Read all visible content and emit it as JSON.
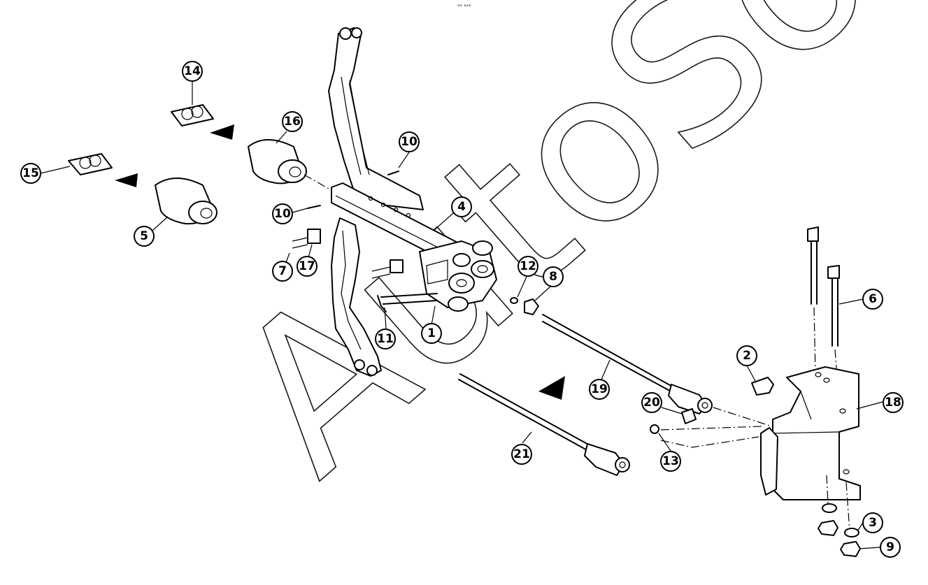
{
  "diagram": {
    "header_code": "°° °°°",
    "watermark": "AutoSoft",
    "callouts": [
      {
        "id": "c14",
        "label": "14"
      },
      {
        "id": "c16",
        "label": "16"
      },
      {
        "id": "c15",
        "label": "15"
      },
      {
        "id": "c5",
        "label": "5"
      },
      {
        "id": "c10a",
        "label": "10"
      },
      {
        "id": "c10b",
        "label": "10"
      },
      {
        "id": "c4",
        "label": "4"
      },
      {
        "id": "c7",
        "label": "7"
      },
      {
        "id": "c17",
        "label": "17"
      },
      {
        "id": "c12",
        "label": "12"
      },
      {
        "id": "c8",
        "label": "8"
      },
      {
        "id": "c11",
        "label": "11"
      },
      {
        "id": "c1",
        "label": "1"
      },
      {
        "id": "c6",
        "label": "6"
      },
      {
        "id": "c2",
        "label": "2"
      },
      {
        "id": "c19",
        "label": "19"
      },
      {
        "id": "c20",
        "label": "20"
      },
      {
        "id": "c18",
        "label": "18"
      },
      {
        "id": "c13",
        "label": "13"
      },
      {
        "id": "c21",
        "label": "21"
      },
      {
        "id": "c3",
        "label": "3"
      },
      {
        "id": "c9",
        "label": "9"
      }
    ]
  }
}
